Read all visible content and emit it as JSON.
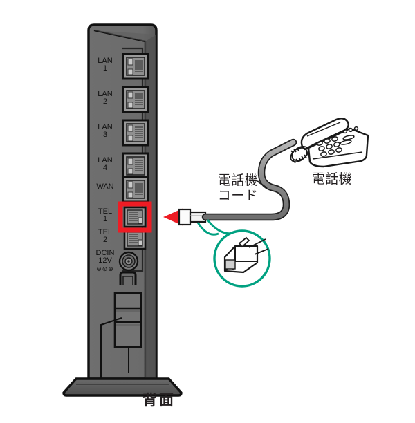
{
  "diagram": {
    "title_caption": "背面",
    "description": "ルーター背面のTEL1ポートに電話機コードを接続する図",
    "colors": {
      "highlight_box": "#ee1c24",
      "arrow": "#ee1c24",
      "magnifier_circle": "#00a181",
      "device_body": "#6e6e6e",
      "device_body_dark": "#4a4a4a",
      "device_outline": "#111111",
      "cable": "#8a8a8a",
      "label_text": "#231f20"
    },
    "labels": {
      "cord": "電話機\nコード",
      "telephone": "電話機",
      "rear": "背面"
    },
    "device": {
      "name": "router-rear-panel",
      "ports": [
        {
          "id": "lan1",
          "label": "LAN\n1",
          "type": "rj45"
        },
        {
          "id": "lan2",
          "label": "LAN\n2",
          "type": "rj45"
        },
        {
          "id": "lan3",
          "label": "LAN\n3",
          "type": "rj45"
        },
        {
          "id": "lan4",
          "label": "LAN\n4",
          "type": "rj45"
        },
        {
          "id": "wan",
          "label": "WAN",
          "type": "rj45"
        },
        {
          "id": "tel1",
          "label": "TEL\n1",
          "type": "rj11",
          "highlighted": true
        },
        {
          "id": "tel2",
          "label": "TEL\n2",
          "type": "rj11"
        },
        {
          "id": "dcin",
          "label": "DCIN\n12V",
          "type": "barrel"
        }
      ]
    },
    "callout": {
      "magnifier_name": "rj11-plug-magnified",
      "target_port": "tel1"
    }
  }
}
